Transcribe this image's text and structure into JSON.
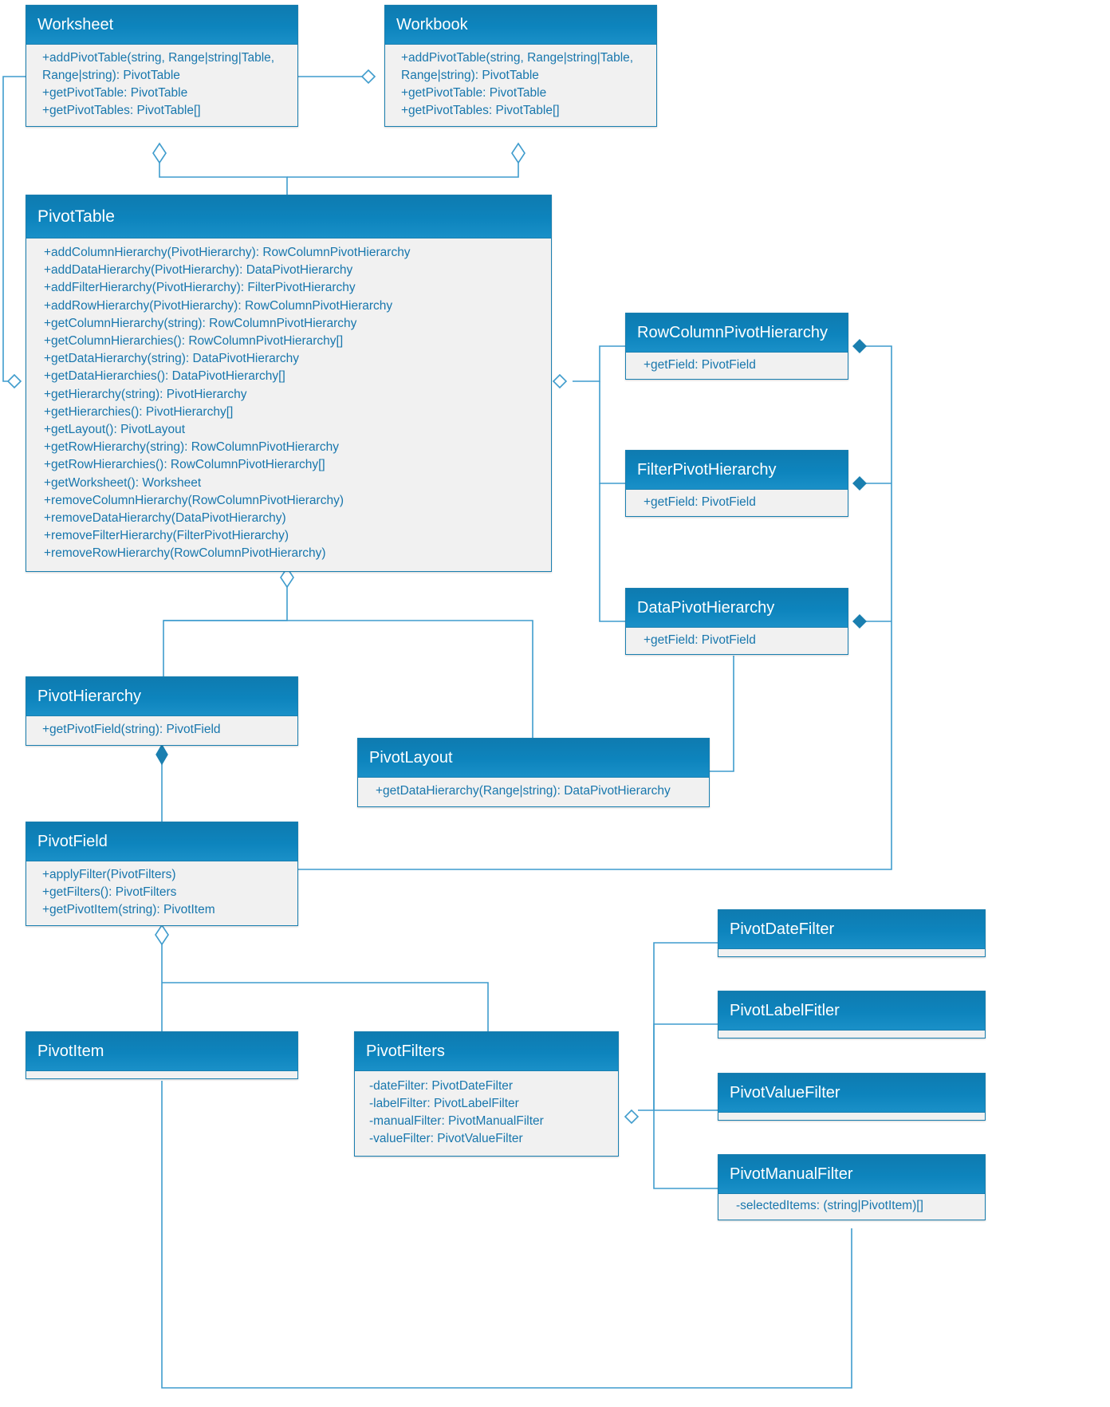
{
  "diagram": {
    "title": "Excel PivotTable API UML class diagram",
    "accent": "#0d84bd",
    "line_color": "#1a7fb0",
    "body_bg": "#f1f1f1",
    "text_color": "#1877ad"
  },
  "classes": {
    "worksheet": {
      "name": "Worksheet",
      "members": [
        "+addPivotTable(string, Range|string|Table, Range|string): PivotTable",
        "+getPivotTable: PivotTable",
        "+getPivotTables: PivotTable[]"
      ]
    },
    "workbook": {
      "name": "Workbook",
      "members": [
        "+addPivotTable(string, Range|string|Table, Range|string): PivotTable",
        "+getPivotTable: PivotTable",
        "+getPivotTables: PivotTable[]"
      ]
    },
    "pivottable": {
      "name": "PivotTable",
      "members": [
        "+addColumnHierarchy(PivotHierarchy): RowColumnPivotHierarchy",
        "+addDataHierarchy(PivotHierarchy): DataPivotHierarchy",
        "+addFilterHierarchy(PivotHierarchy): FilterPivotHierarchy",
        "+addRowHierarchy(PivotHierarchy): RowColumnPivotHierarchy",
        "+getColumnHierarchy(string): RowColumnPivotHierarchy",
        "+getColumnHierarchies(): RowColumnPivotHierarchy[]",
        "+getDataHierarchy(string): DataPivotHierarchy",
        "+getDataHierarchies(): DataPivotHierarchy[]",
        "+getHierarchy(string): PivotHierarchy",
        "+getHierarchies(): PivotHierarchy[]",
        "+getLayout(): PivotLayout",
        "+getRowHierarchy(string): RowColumnPivotHierarchy",
        "+getRowHierarchies(): RowColumnPivotHierarchy[]",
        "+getWorksheet(): Worksheet",
        "+removeColumnHierarchy(RowColumnPivotHierarchy)",
        "+removeDataHierarchy(DataPivotHierarchy)",
        "+removeFilterHierarchy(FilterPivotHierarchy)",
        "+removeRowHierarchy(RowColumnPivotHierarchy)"
      ]
    },
    "rowcolumnpivothierarchy": {
      "name": "RowColumnPivotHierarchy",
      "members": [
        "+getField: PivotField"
      ]
    },
    "filterpivothierarchy": {
      "name": "FilterPivotHierarchy",
      "members": [
        "+getField: PivotField"
      ]
    },
    "datapivothierarchy": {
      "name": "DataPivotHierarchy",
      "members": [
        "+getField: PivotField"
      ]
    },
    "pivothierarchy": {
      "name": "PivotHierarchy",
      "members": [
        "+getPivotField(string): PivotField"
      ]
    },
    "pivotlayout": {
      "name": "PivotLayout",
      "members": [
        "+getDataHierarchy(Range|string): DataPivotHierarchy"
      ]
    },
    "pivotfield": {
      "name": "PivotField",
      "members": [
        "+applyFilter(PivotFilters)",
        "+getFilters(): PivotFilters",
        "+getPivotItem(string): PivotItem"
      ]
    },
    "pivotitem": {
      "name": "PivotItem",
      "members": []
    },
    "pivotfilters": {
      "name": "PivotFilters",
      "members": [
        "-dateFilter: PivotDateFilter",
        "-labelFilter: PivotLabelFilter",
        "-manualFilter: PivotManualFilter",
        "-valueFilter: PivotValueFilter"
      ]
    },
    "pivotdatefilter": {
      "name": "PivotDateFilter",
      "members": []
    },
    "pivotlabelfilter": {
      "name": "PivotLabelFitler",
      "members": []
    },
    "pivotvaluefilter": {
      "name": "PivotValueFilter",
      "members": []
    },
    "pivotmanualfilter": {
      "name": "PivotManualFilter",
      "members": [
        "-selectedItems: (string|PivotItem)[]"
      ]
    }
  }
}
